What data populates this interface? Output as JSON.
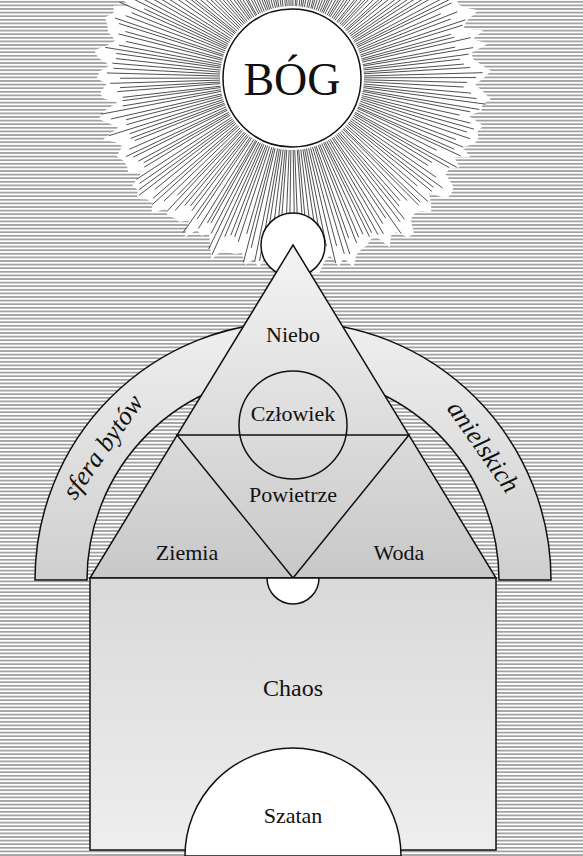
{
  "diagram": {
    "nodes": [
      {
        "text": [
          "BÓG"
        ]
      },
      {
        "text": [
          "sfera bytów",
          "anielskich"
        ]
      },
      {
        "text": [
          "Niebo"
        ]
      },
      {
        "text": [
          "Człowiek"
        ],
        "in": 2
      },
      {
        "text": [
          "Powietrze"
        ],
        "in": 2
      },
      {
        "text": [
          "Chaos"
        ]
      },
      {
        "text": [
          "Szatan"
        ]
      }
    ],
    "labels": [
      "Ziemia",
      "Woda"
    ]
  }
}
